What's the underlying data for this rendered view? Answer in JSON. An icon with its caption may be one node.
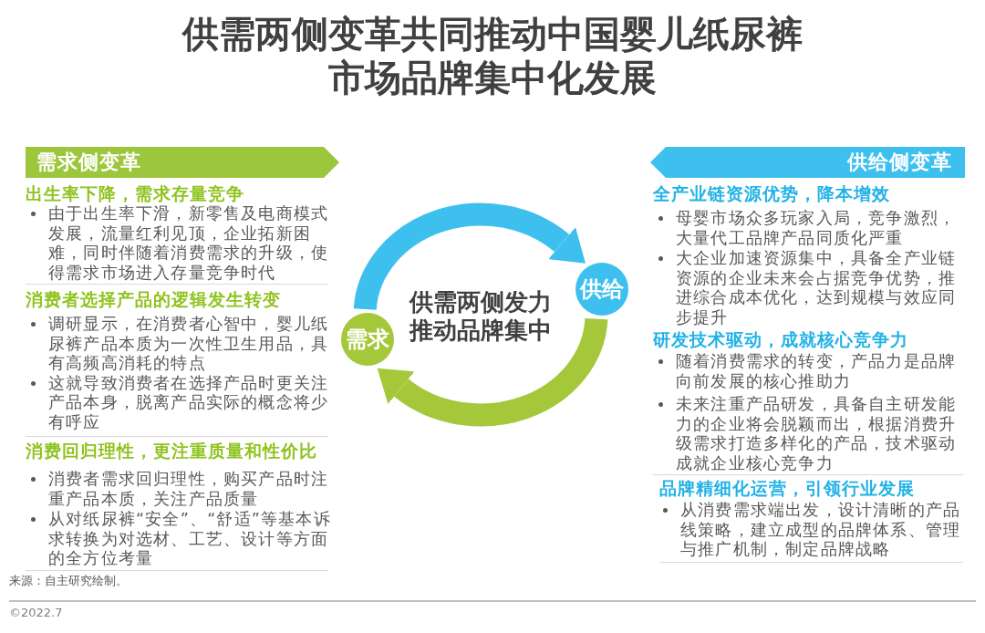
{
  "diagram": {
    "title": "供需两侧变革共同推动中国婴儿纸尿裤市场品牌集中化发展",
    "nodes": [
      {
        "text": [
          "需求侧变革"
        ]
      },
      {
        "text": [
          "供给侧变革"
        ]
      },
      {
        "text": [
          "供给"
        ]
      },
      {
        "text": [
          "需求"
        ]
      }
    ],
    "edges": [
      {
        "from": 3,
        "to": 2,
        "arrow": "to",
        "color": "#3ec0ee"
      },
      {
        "from": 2,
        "to": 3,
        "arrow": "to",
        "color": "#a5c83a"
      }
    ],
    "labels": [
      "出生率下降，需求存量竞争",
      "由于出生率下滑，新零售及电商模式发展，流量红利见顶，企业拓新困难，同时伴随着消费需求的升级，使得需求市场进入存量竞争时代",
      "消费者选择产品的逻辑发生转变",
      "调研显示，在消费者心智中，婴儿纸尿裤产品本质为一次性卫生用品，具有高频高消耗的特点",
      "这就导致消费者在选择产品时更关注产品本身，脱离产品实际的概念将少有呼应",
      "消费回归理性，更注重质量和性价比",
      "消费者需求回归理性，购买产品时注重产品本质，关注产品质量",
      "从对纸尿裤“安全”、“舒适”等基本诉求转换为对选材、工艺、设计等方面的全方位考量",
      "供需两侧发力推动品牌集中",
      "全产业链资源优势，降本增效",
      "母婴市场众多玩家入局，竞争激烈，大量代工品牌产品同质化严重",
      "大企业加速资源集中，具备全产业链资源的企业未来会占据竞争优势，推进综合成本优化，达到规模与效应同步提升",
      "研发技术驱动，成就核心竞争力",
      "随着消费需求的转变，产品力是品牌向前发展的核心推助力",
      "未来注重产品研发，具备自主研发能力的企业将会脱颖而出，根据消费升级需求打造多样化的产品，技术驱动成就企业核心竞争力",
      "品牌精细化运营，引领行业发展",
      "从消费需求端出发，设计清晰的产品线策略，建立成型的品牌体系、管理与推广机制，制定品牌战略",
      "来源：自主研究绘制。",
      "©2022.7"
    ]
  }
}
